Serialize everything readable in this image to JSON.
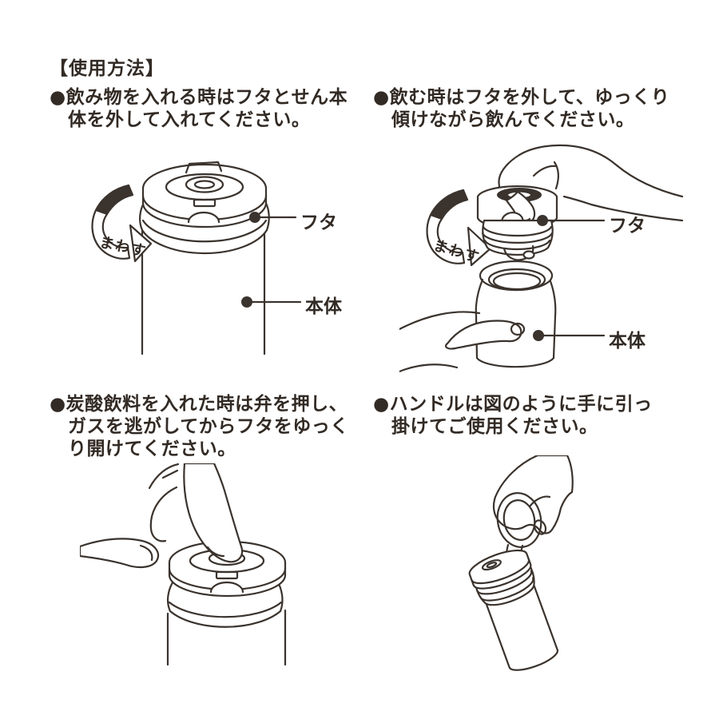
{
  "title": "【使用方法】",
  "colors": {
    "ink": "#3b332d",
    "text": "#322a24",
    "background": "#ffffff"
  },
  "sections": [
    {
      "name": "fill-drinks",
      "lines": [
        "●飲み物を入れる時はフタとせん本",
        "体を外して入れてください。"
      ],
      "figure": {
        "rotate_label": "まわす",
        "lid_label": "フタ",
        "body_label": "本体"
      }
    },
    {
      "name": "drinking",
      "lines": [
        "●飲む時はフタを外して、ゆっくり",
        "傾けながら飲んでください。"
      ],
      "figure": {
        "rotate_label": "まわす",
        "lid_label": "フタ",
        "body_label": "本体"
      }
    },
    {
      "name": "carbonated-gas-release",
      "lines": [
        "●炭酸飲料を入れた時は弁を押し、",
        "ガスを逃がしてからフタをゆっく",
        "り開けてください。"
      ],
      "figure": {}
    },
    {
      "name": "handle-usage",
      "lines": [
        "●ハンドルは図のように手に引っ",
        "掛けてご使用ください。"
      ],
      "figure": {}
    }
  ]
}
